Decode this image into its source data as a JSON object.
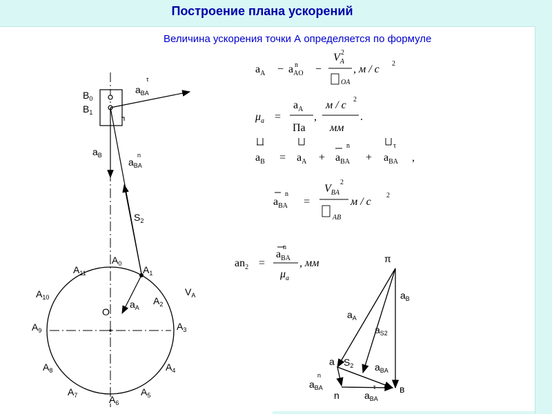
{
  "header": {
    "title": "Построение плана ускорений"
  },
  "intro": {
    "text": "Величина ускорения точки А определяется по формуле"
  },
  "formulas": {
    "f1": {
      "lhs": "a",
      "lhs_sub": "A",
      "minus": "−",
      "a": "a",
      "a_sup": "n",
      "a_sub": "AO",
      "eq_sym": "−",
      "num": "V",
      "num_sub": "A",
      "num_sup": "2",
      "den_sub": "OA",
      "unit": ", м / с",
      "unit_sup": "2"
    },
    "f2": {
      "mu": "μ",
      "mu_sub": "a",
      "eq": "=",
      "num": "a",
      "num_sub": "A",
      "den": "Πa",
      "unit_num": "м / с",
      "unit_sup": "2",
      "unit_den": "мм",
      "end": "."
    },
    "f3": {
      "a": "a",
      "a_sub": "B",
      "eq": "=",
      "a2": "a",
      "a2_sub": "A",
      "plus": "+",
      "a3": "a",
      "a3_sup": "n",
      "a3_sub": "BA",
      "plus2": "+",
      "a4": "a",
      "a4_sup": "τ",
      "a4_sub": "BA",
      "end": ","
    },
    "f4": {
      "a": "a",
      "a_sup": "n",
      "a_sub": "BA",
      "eq": "=",
      "num": "V",
      "num_sub": "BA",
      "num_sup": "2",
      "den_sub": "AB",
      "unit": "м / с",
      "unit_sup": "2"
    },
    "f5": {
      "lhs": "an",
      "lhs_sub": "2",
      "eq": "=",
      "num": "a",
      "num_sup": "n",
      "num_sub": "BA",
      "den": "μ",
      "den_sub": "a",
      "unit": ", мм"
    }
  },
  "mechanism": {
    "b0": "B",
    "b0_sub": "0",
    "b1": "B",
    "b1_sub": "1",
    "a_ba_tau": "a",
    "a_ba_tau_sub": "BA",
    "a_ba_tau_sup": "τ",
    "a_b": "a",
    "a_b_sub": "B",
    "a_ba_n": "a",
    "a_ba_n_sub": "BA",
    "a_ba_n_sup": "n",
    "s2": "S",
    "s2_sub": "2",
    "a_a": "a",
    "a_a_sub": "A",
    "o": "O",
    "v_a": "V",
    "v_a_sub": "A",
    "positions": [
      {
        "t": "A",
        "s": "0"
      },
      {
        "t": "A",
        "s": "1"
      },
      {
        "t": "A",
        "s": "2"
      },
      {
        "t": "A",
        "s": "3"
      },
      {
        "t": "A",
        "s": "4"
      },
      {
        "t": "A",
        "s": "5"
      },
      {
        "t": "A",
        "s": "6"
      },
      {
        "t": "A",
        "s": "7"
      },
      {
        "t": "A",
        "s": "8"
      },
      {
        "t": "A",
        "s": "9"
      },
      {
        "t": "A",
        "s": "10"
      },
      {
        "t": "A",
        "s": "11"
      }
    ]
  },
  "plan": {
    "pi": "π",
    "a_b": "a",
    "a_b_sub": "B",
    "a_a": "a",
    "a_a_sub": "A",
    "a_s2": "a",
    "a_s2_sub": "S2",
    "a": "a",
    "s2": "S",
    "s2_sub": "2",
    "a_ba": "a",
    "a_ba_sub": "BA",
    "a_ba_n": "a",
    "a_ba_n_sub": "BA",
    "a_ba_n_sup": "n",
    "n": "n",
    "a_ba_tau": "a",
    "a_ba_tau_sub": "BA",
    "a_ba_tau_sup": "τ",
    "b": "в"
  }
}
